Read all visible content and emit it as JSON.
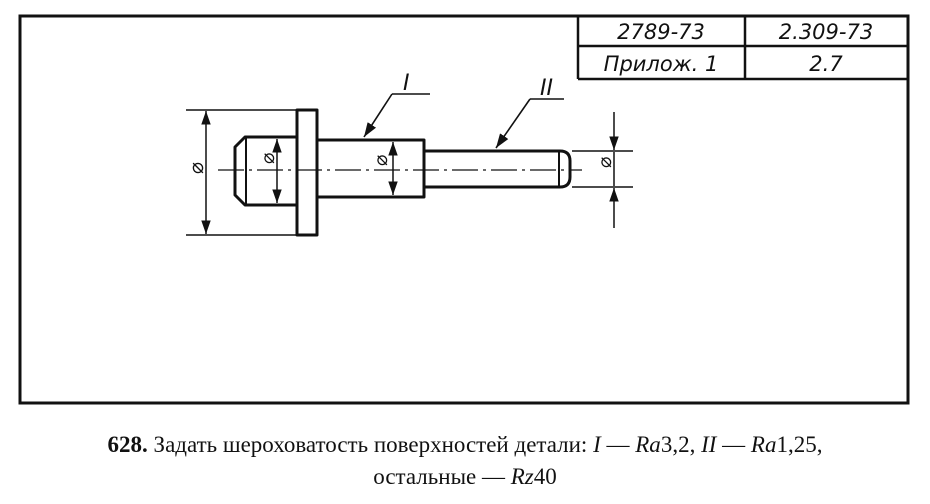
{
  "title_block": {
    "cell_1": "2789-73",
    "cell_2": "2.309-73",
    "cell_3": "Прилож. 1",
    "cell_4": "2.7"
  },
  "labels": {
    "surface_1": "I",
    "surface_2": "II",
    "diameter_symbol": "⌀"
  },
  "caption": {
    "number": "628.",
    "text": "Задать шероховатость поверхностей детали: ",
    "i_label": "I",
    "dash": " — ",
    "ra1": "Ra",
    "ra1_value": "3,2, ",
    "ii_label": "II",
    "ra2": "Ra",
    "ra2_value": "1,25,",
    "line2_text": "остальные — ",
    "rz": "Rz",
    "rz_value": "40"
  }
}
